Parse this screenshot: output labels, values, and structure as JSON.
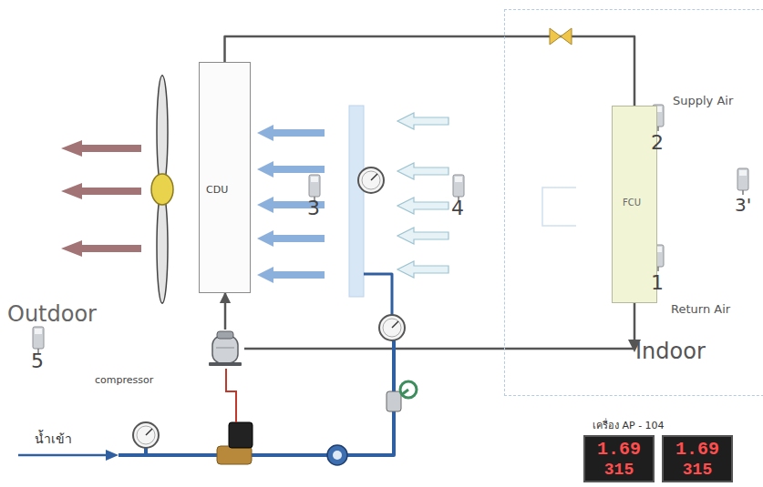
{
  "diagram": {
    "nodes": [
      {
        "text": [
          "CDU"
        ]
      },
      {
        "text": [
          "Indoor"
        ]
      },
      {
        "text": [
          "FCU"
        ],
        "in": 1
      },
      {
        "text": [
          "compressor"
        ]
      },
      {
        "text": [
          "1.69",
          "315"
        ]
      },
      {
        "text": [
          "1.69",
          "315"
        ]
      }
    ],
    "edges": [
      {
        "from": 0,
        "to": 2,
        "arrow": "none"
      },
      {
        "from": 2,
        "to": 3,
        "arrow": "none"
      },
      {
        "from": 3,
        "to": 0,
        "arrow": "to"
      }
    ],
    "labels": [
      "Supply Air",
      "2",
      "3'",
      "3",
      "4",
      "1",
      "Return Air",
      "Outdoor",
      "5",
      "น้ำเข้า",
      "เครื่อง AP - 104"
    ]
  }
}
